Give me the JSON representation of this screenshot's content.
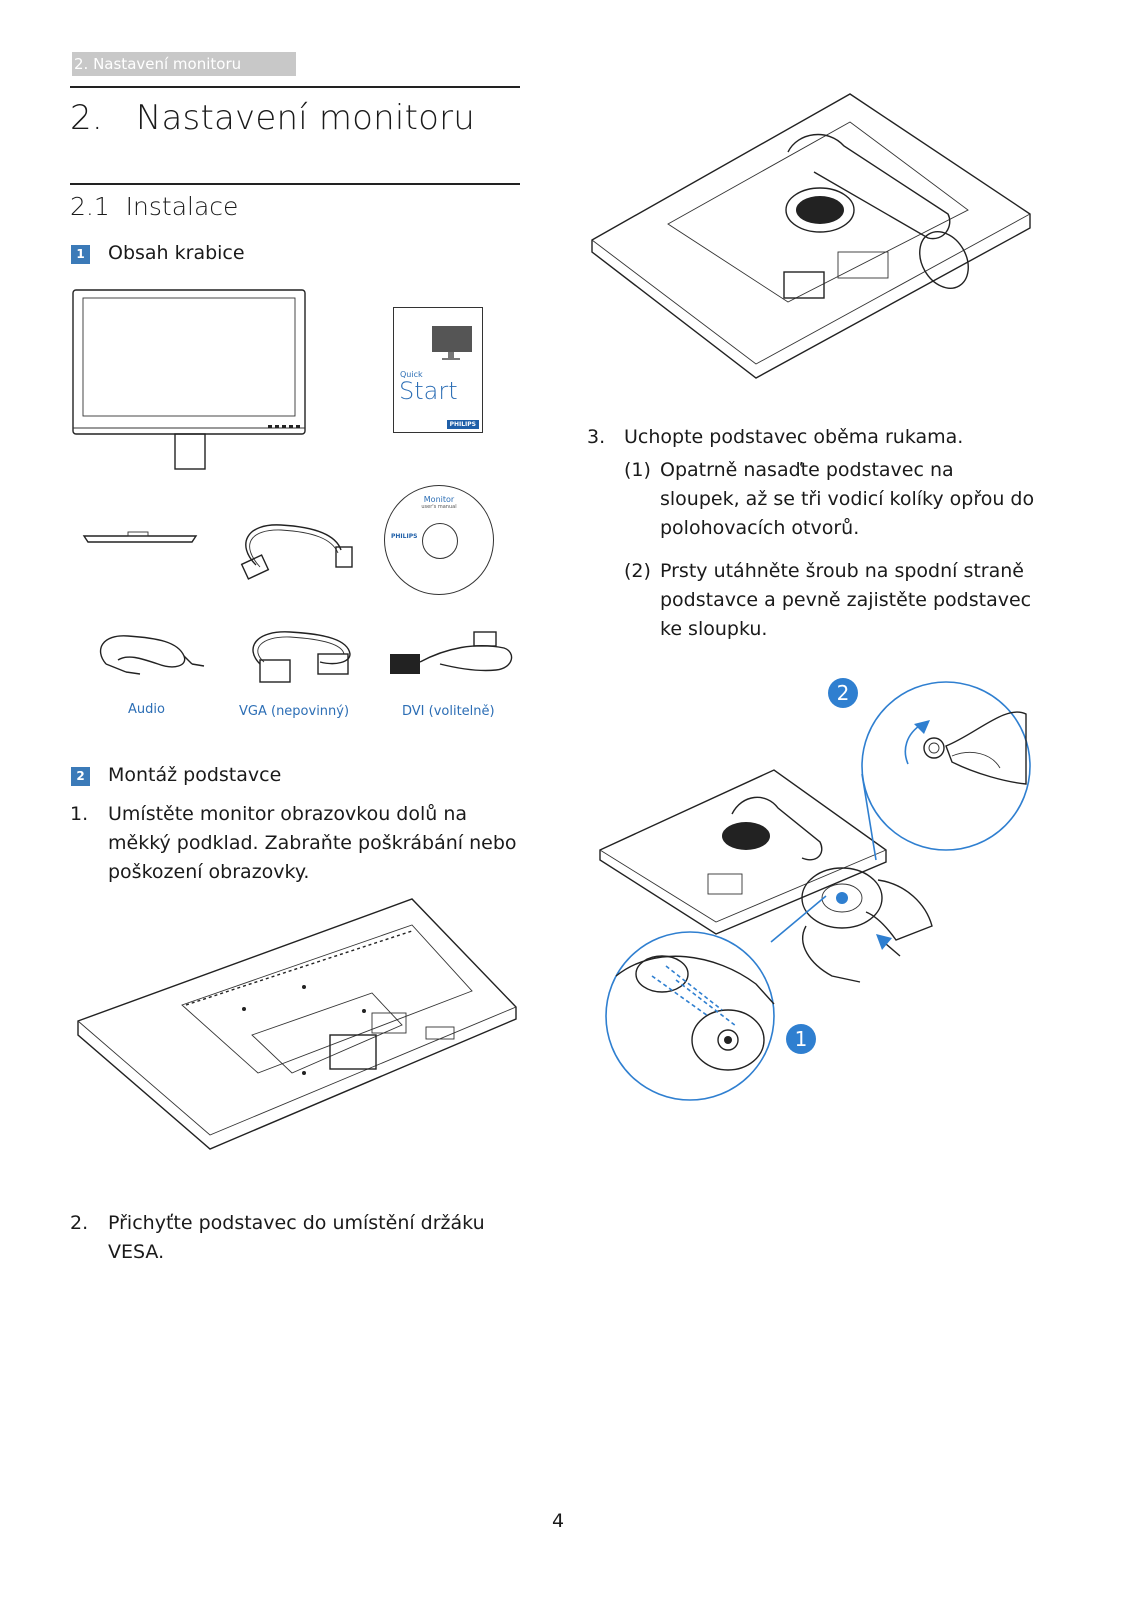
{
  "header": {
    "tab": "2. Nastavení monitoru"
  },
  "title": "2.   Nastavení monitoru",
  "section": {
    "number": "2.1",
    "title": "Instalace"
  },
  "box_contents": {
    "badge": "1",
    "heading": "Obsah krabice",
    "quick_start": {
      "small": "Quick",
      "big": "Start",
      "brand": "PHILIPS"
    },
    "cd": {
      "title": "Monitor",
      "subtitle": "user's manual",
      "brand": "PHILIPS"
    },
    "captions": [
      "Audio",
      "VGA (nepovinný)",
      "DVI (volitelně)"
    ]
  },
  "stand_assembly": {
    "badge": "2",
    "heading": "Montáž podstavce",
    "steps": [
      {
        "num": "1.",
        "text_lines": [
          "Umístěte monitor obrazovkou dolů na",
          "měkký podklad. Zabraňte poškrábání nebo",
          "poškození obrazovky."
        ]
      },
      {
        "num": "2.",
        "text_lines": [
          "Přichyťte podstavec do umístění držáku",
          "VESA."
        ]
      },
      {
        "num": "3.",
        "text_lines": [
          "Uchopte podstavec oběma rukama."
        ]
      }
    ],
    "substeps": [
      {
        "num": "(1)",
        "text_lines": [
          "Opatrně nasaďte podstavec na",
          "sloupek, až se tři vodicí kolíky opřou do",
          "polohovacích otvorů."
        ]
      },
      {
        "num": "(2)",
        "text_lines": [
          "Prsty utáhněte šroub na spodní straně",
          "podstavce a pevně zajistěte podstavec",
          "ke sloupku."
        ]
      }
    ],
    "callouts": [
      "2",
      "1"
    ]
  },
  "page_number": "4"
}
